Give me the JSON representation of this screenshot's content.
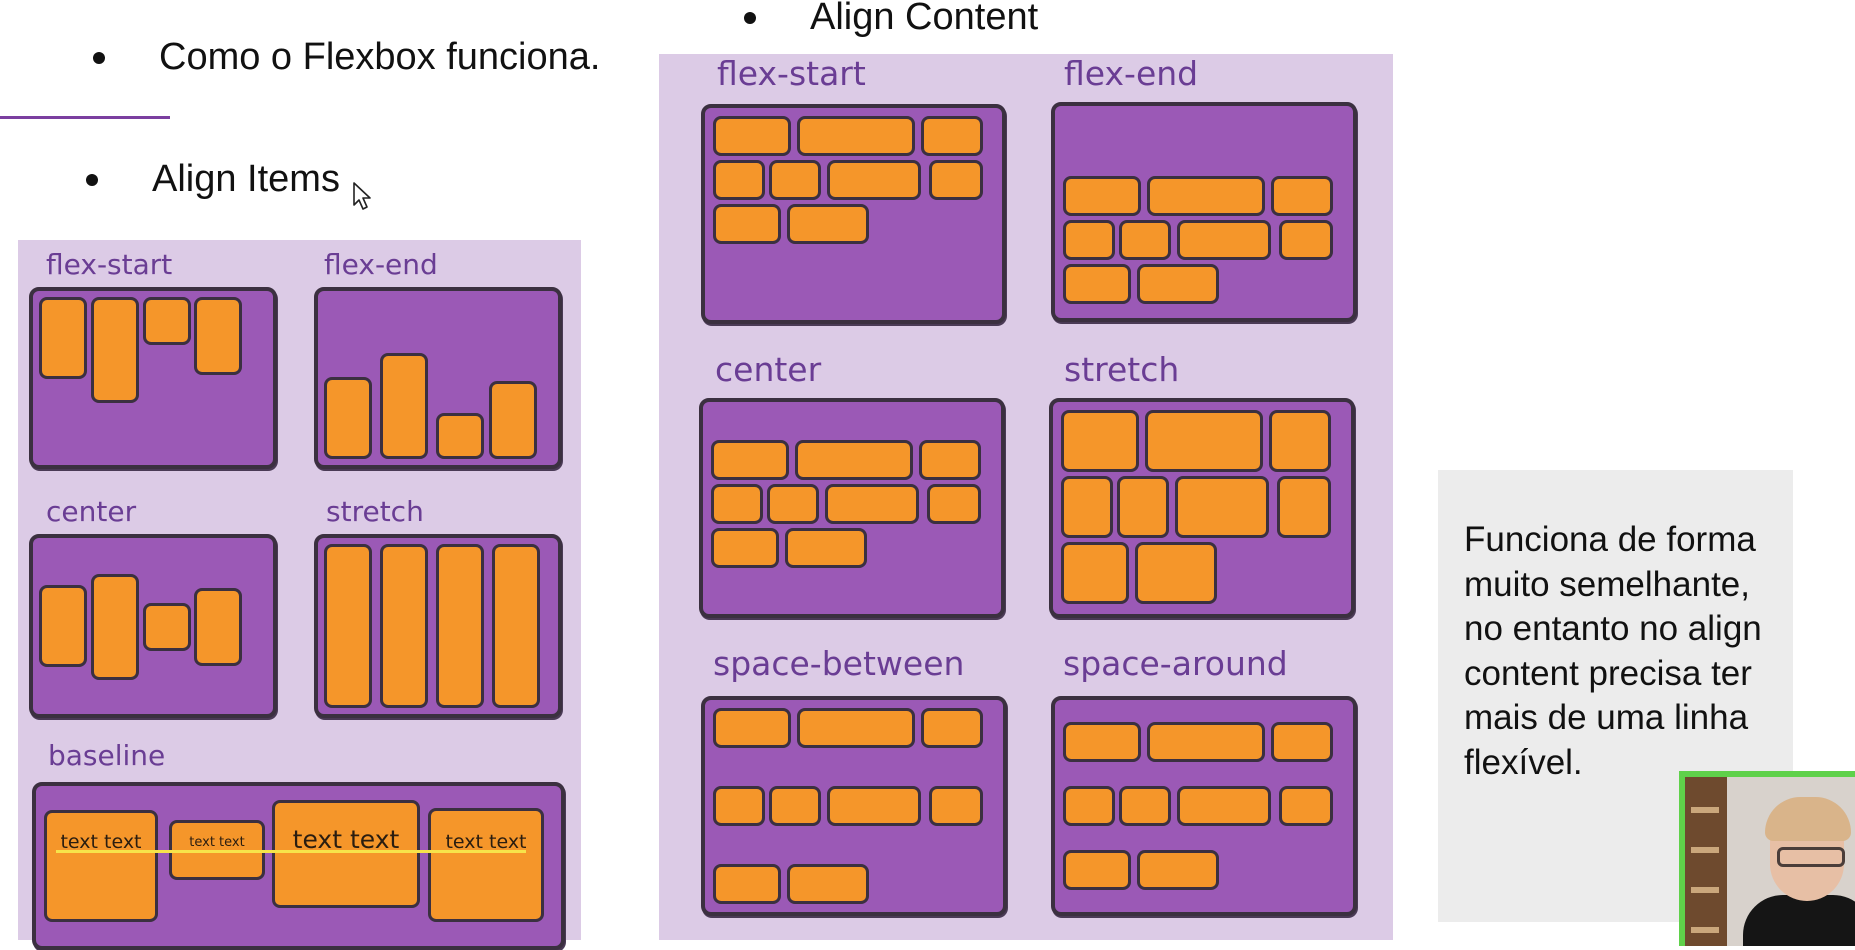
{
  "bullets": {
    "como_flexbox": "Como o Flexbox funciona.",
    "align_items": "Align Items",
    "align_content": "Align Content"
  },
  "align_items_panel": {
    "labels": {
      "flex_start": "flex-start",
      "flex_end": "flex-end",
      "center": "center",
      "stretch": "stretch",
      "baseline": "baseline"
    },
    "baseline_items": [
      "text text",
      "text text",
      "text text",
      "text text"
    ]
  },
  "align_content_panel": {
    "labels": {
      "flex_start": "flex-start",
      "flex_end": "flex-end",
      "center": "center",
      "stretch": "stretch",
      "space_between": "space-between",
      "space_around": "space-around"
    }
  },
  "note": {
    "text": "Funciona de forma muito semelhante, no entanto no align content precisa ter mais de uma linha flexível."
  },
  "colors": {
    "panel_bg": "#dccbe6",
    "container": "#9b59b6",
    "item": "#f5962a",
    "outline": "#3b3040",
    "label": "#6a3d94",
    "baseline_line": "#f7e34a",
    "webcam_border": "#5fd14a"
  },
  "icons": [
    "mouse-cursor-icon"
  ]
}
